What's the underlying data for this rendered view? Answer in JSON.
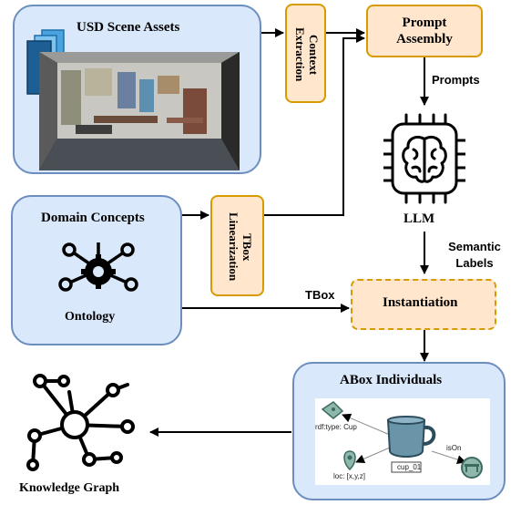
{
  "nodes": {
    "usd": {
      "title": "USD Scene Assets"
    },
    "context": {
      "label": "Context Extraction"
    },
    "prompt": {
      "label": "Prompt Assembly"
    },
    "llm": {
      "label": "LLM"
    },
    "domain": {
      "title": "Domain Concepts",
      "caption": "Ontology"
    },
    "tbox": {
      "label": "TBox Linearization"
    },
    "instantiation": {
      "label": "Instantiation"
    },
    "abox": {
      "title": "ABox Individuals"
    },
    "kg": {
      "label": "Knowledge Graph"
    }
  },
  "edges": {
    "prompts": "Prompts",
    "semantic_labels": "Semantic Labels",
    "tbox": "TBox"
  },
  "abox_figure": {
    "type_label": "rdf:type: Cup",
    "loc_label": "loc: [x,y,z]",
    "relation_label": "isOn",
    "individual_label": "cup_01"
  },
  "colors": {
    "blue_fill": "#dae8fc",
    "blue_stroke": "#6c8ebf",
    "orange_fill": "#ffe6cc",
    "orange_stroke": "#d79b00",
    "icon_teal": "#5a8a80"
  }
}
